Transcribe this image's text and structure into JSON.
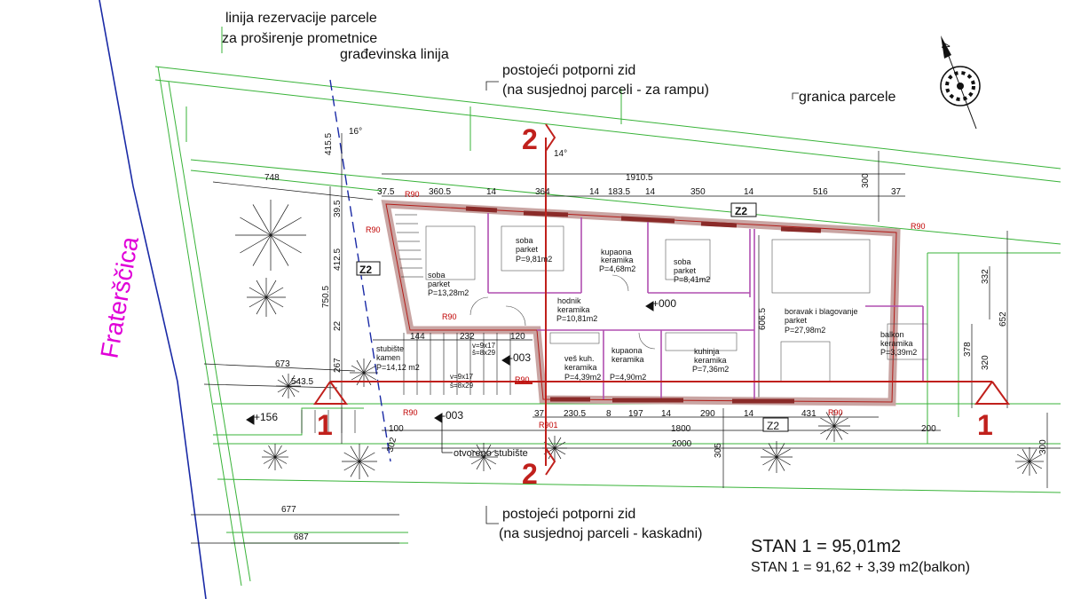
{
  "street_name": "Fraterščica",
  "annotations": {
    "reservation_line_1": "linija rezervacije parcele",
    "reservation_line_2": "za proširenje prometnice",
    "building_line": "građevinska linija",
    "retaining_wall_top_1": "postojeći potporni zid",
    "retaining_wall_top_2": "(na susjednoj parceli - za rampu)",
    "plot_boundary": "granica parcele",
    "retaining_wall_bottom_1": "postojeći potporni zid",
    "retaining_wall_bottom_2": "(na susjednoj parceli - kaskadni)",
    "open_staircase": "otvoreno stubište"
  },
  "rooms": [
    {
      "name": "soba",
      "floor": "parket",
      "area": "P=13,28m2"
    },
    {
      "name": "soba",
      "floor": "parket",
      "area": "P=9,81m2"
    },
    {
      "name": "kupaona",
      "floor": "keramika",
      "area": "P=4,68m2"
    },
    {
      "name": "soba",
      "floor": "parket",
      "area": "P=8,41m2"
    },
    {
      "name": "hodnik",
      "floor": "keramika",
      "area": "P=10,81m2"
    },
    {
      "name": "boravak i blagovanje",
      "floor": "parket",
      "area": "P=27,98m2"
    },
    {
      "name": "balkon",
      "floor": "keramika",
      "area": "P=3,39m2"
    },
    {
      "name": "stubište",
      "floor": "kamen",
      "area": "P=14,12 m2"
    },
    {
      "name": "veš kuh.",
      "floor": "keramika",
      "area": "P=4,39m2"
    },
    {
      "name": "kupaona",
      "floor": "keramika",
      "area": "P=4,90m2"
    },
    {
      "name": "kuhinja",
      "floor": "keramika",
      "area": "P=7,36m2"
    }
  ],
  "section_marks": {
    "one": "1",
    "two": "2"
  },
  "zone_labels": {
    "top": "Z2",
    "bottom": "Z2",
    "left": "Z2"
  },
  "tags": {
    "r90": "R90",
    "r90_1": "R901"
  },
  "levels": {
    "main": "+000",
    "stair_a": "-003",
    "stair_b": "-003",
    "outdoor": "+156"
  },
  "stair_specs": {
    "upper_1": "v=9x17",
    "upper_2": "š=8x29",
    "lower_1": "v=9x17",
    "lower_2": "š=8x29"
  },
  "dimensions": {
    "top_total": "1910.5",
    "top_segments": [
      "37.5",
      "360.5",
      "14",
      "364",
      "14",
      "183.5",
      "14",
      "350",
      "14",
      "516",
      "37"
    ],
    "angle_top": "16°",
    "angle_sec": "14°",
    "left_a": "415.5",
    "left_b": "39.5",
    "left_c": "412.5",
    "left_d": "750.5",
    "left_e": "22",
    "left_f": "267",
    "left_g": "302",
    "d748": "748",
    "d673": "673",
    "d543": "543.5",
    "row_mid": [
      "144",
      "232",
      "120"
    ],
    "right_300": "300",
    "right_332": "332",
    "right_652": "652",
    "right_378": "378",
    "right_320": "320",
    "right_300b": "300",
    "d606": "606.5",
    "bottom_segments": [
      "37",
      "230.5",
      "8",
      "197",
      "14",
      "290",
      "14",
      "431"
    ],
    "bottom_100": "100",
    "bottom_1800": "1800",
    "bottom_200": "200",
    "bottom_2000": "2000",
    "bottom_305": "305",
    "d677": "677",
    "d687": "687"
  },
  "totals": {
    "area_total": "STAN 1 = 95,01m2",
    "area_formula": "STAN 1 = 91,62 + 3,39 m2(balkon)"
  },
  "colors": {
    "wall_fill": "#c9a5a3",
    "wall_stroke": "#b21c18",
    "section": "#c0201c",
    "site_line": "#38b338",
    "street_line": "#1a2aa6",
    "street_text": "#e000d8",
    "partition": "#b04fb0"
  }
}
